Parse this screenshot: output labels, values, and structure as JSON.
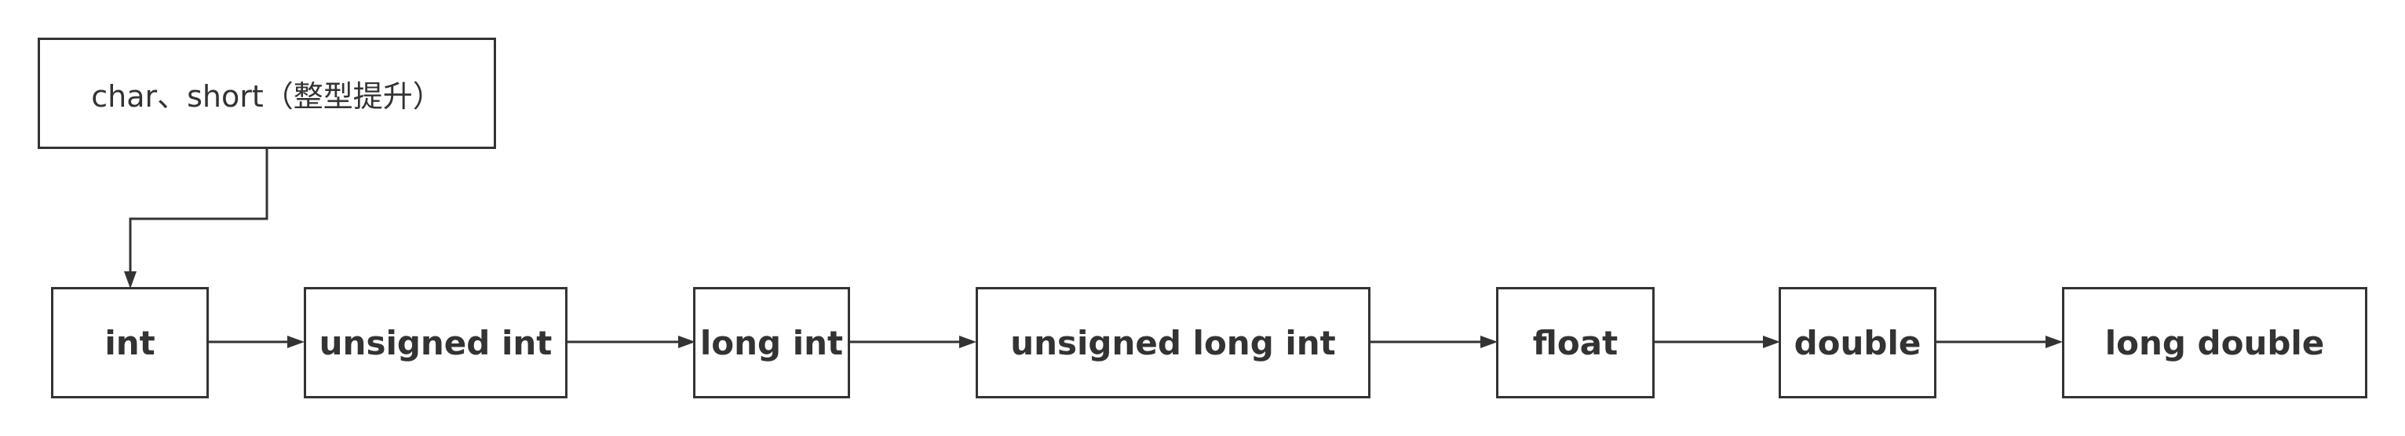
{
  "diagram": {
    "source_node": {
      "label": "char、short（整型提升）"
    },
    "chain": [
      {
        "id": "int",
        "label": "int"
      },
      {
        "id": "unsigned-int",
        "label": "unsigned int"
      },
      {
        "id": "long-int",
        "label": "long int"
      },
      {
        "id": "unsigned-long-int",
        "label": "unsigned long int"
      },
      {
        "id": "float",
        "label": "float"
      },
      {
        "id": "double",
        "label": "double"
      },
      {
        "id": "long-double",
        "label": "long double"
      }
    ],
    "line_color": "#333333"
  }
}
